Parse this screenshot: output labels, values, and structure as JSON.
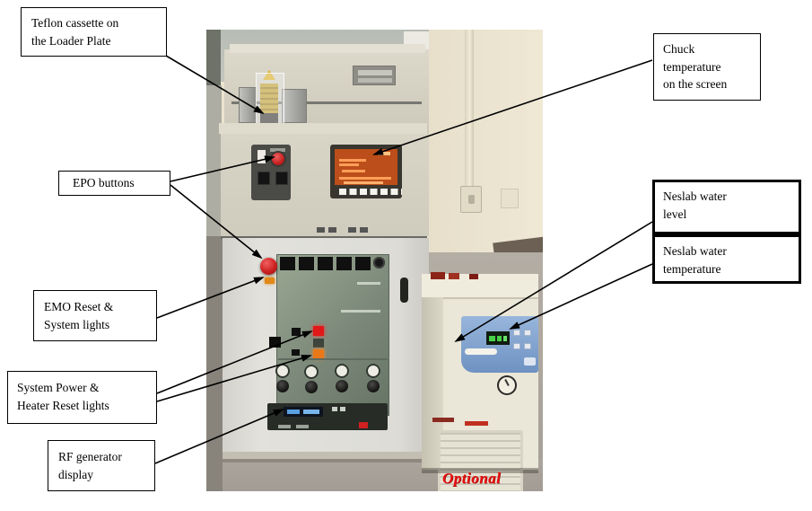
{
  "annotations": {
    "teflon_cassette": "Teflon cassette on\nthe Loader Plate",
    "chuck_temperature": "Chuck\ntemperature\non the screen",
    "epo_buttons": "EPO buttons",
    "neslab_water_level": "Neslab water\nlevel",
    "neslab_water_temperature": "Neslab water\ntemperature",
    "emo_reset_system_lights": "EMO Reset &\nSystem lights",
    "system_power_heater_reset": "System Power &\nHeater Reset lights",
    "rf_generator_display": "RF generator\ndisplay",
    "optional_note": "Optional"
  },
  "colors": {
    "annotation_border": "#000000",
    "annotation_background": "#ffffff",
    "optional_text": "#e81010",
    "wall": "#ece4d0",
    "floor": "#a9a39b",
    "machine_body": "#d6d2c4",
    "lower_cabinet": "#dddcd6",
    "rack_panel_green": "#7b8879",
    "chuck_screen_background": "#bb4e1a",
    "chuck_screen_text": "#ff9e58",
    "epo_button_red": "#cc2020",
    "amber_light": "#e08818",
    "system_power_light": "#e01818",
    "heater_reset_light": "#e87818",
    "rf_display_blue": "#5aa0e0",
    "chiller_body": "#eae7d8",
    "chiller_panel_blue": "#7fa2cc",
    "chiller_display_green": "#48d048"
  },
  "icons": {
    "arrow": "black-line-with-solid-triangular-arrowhead"
  }
}
